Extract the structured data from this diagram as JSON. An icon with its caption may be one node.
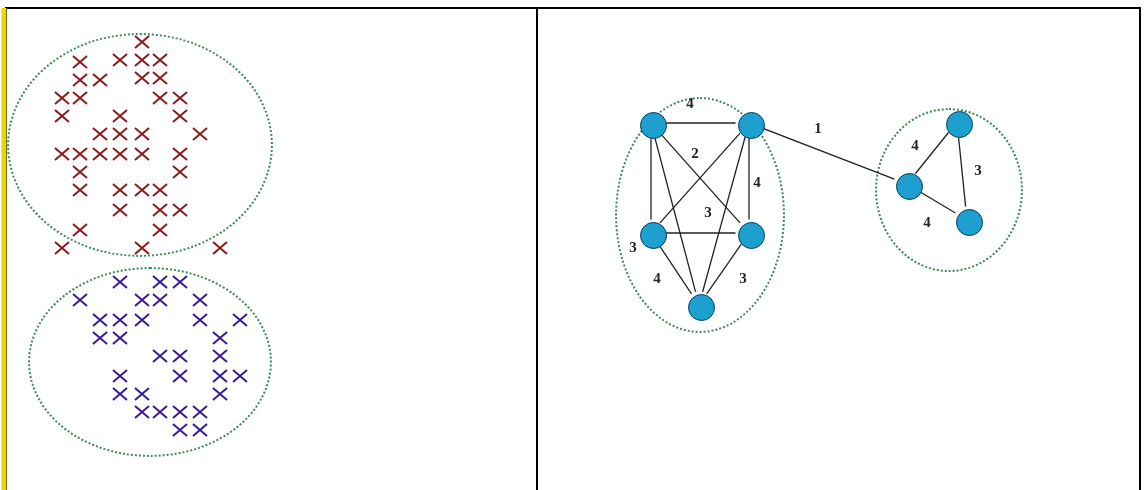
{
  "diagram": {
    "nodes": [
      {
        "text": [],
        "shape": "ellipse"
      },
      {
        "text": [],
        "shape": "ellipse"
      },
      {
        "text": [],
        "shape": "ellipse"
      },
      {
        "text": [],
        "shape": "circle",
        "in": 2
      },
      {
        "text": [],
        "shape": "circle",
        "in": 2
      },
      {
        "text": [],
        "shape": "circle",
        "in": 2
      },
      {
        "text": [],
        "shape": "circle",
        "in": 2
      },
      {
        "text": [],
        "shape": "circle",
        "in": 2
      },
      {
        "text": [],
        "shape": "ellipse"
      },
      {
        "text": [],
        "shape": "circle",
        "in": 8
      },
      {
        "text": [],
        "shape": "circle",
        "in": 8
      },
      {
        "text": [],
        "shape": "circle",
        "in": 8
      }
    ],
    "edges": [
      {
        "from": 3,
        "to": 4,
        "arrow": "none",
        "label": "4"
      },
      {
        "from": 3,
        "to": 5,
        "arrow": "none",
        "label": "3"
      },
      {
        "from": 4,
        "to": 6,
        "arrow": "none",
        "label": "4"
      },
      {
        "from": 5,
        "to": 6,
        "arrow": "none"
      },
      {
        "from": 3,
        "to": 6,
        "arrow": "none",
        "label": "2"
      },
      {
        "from": 4,
        "to": 5,
        "arrow": "none"
      },
      {
        "from": 3,
        "to": 7,
        "arrow": "none"
      },
      {
        "from": 4,
        "to": 7,
        "arrow": "none",
        "label": "3"
      },
      {
        "from": 5,
        "to": 7,
        "arrow": "none",
        "label": "4"
      },
      {
        "from": 6,
        "to": 7,
        "arrow": "none",
        "label": "3"
      },
      {
        "from": 4,
        "to": 10,
        "arrow": "none",
        "label": "1"
      },
      {
        "from": 10,
        "to": 9,
        "arrow": "none",
        "label": "4"
      },
      {
        "from": 9,
        "to": 11,
        "arrow": "none",
        "label": "3"
      },
      {
        "from": 10,
        "to": 11,
        "arrow": "none",
        "label": "4"
      }
    ]
  }
}
